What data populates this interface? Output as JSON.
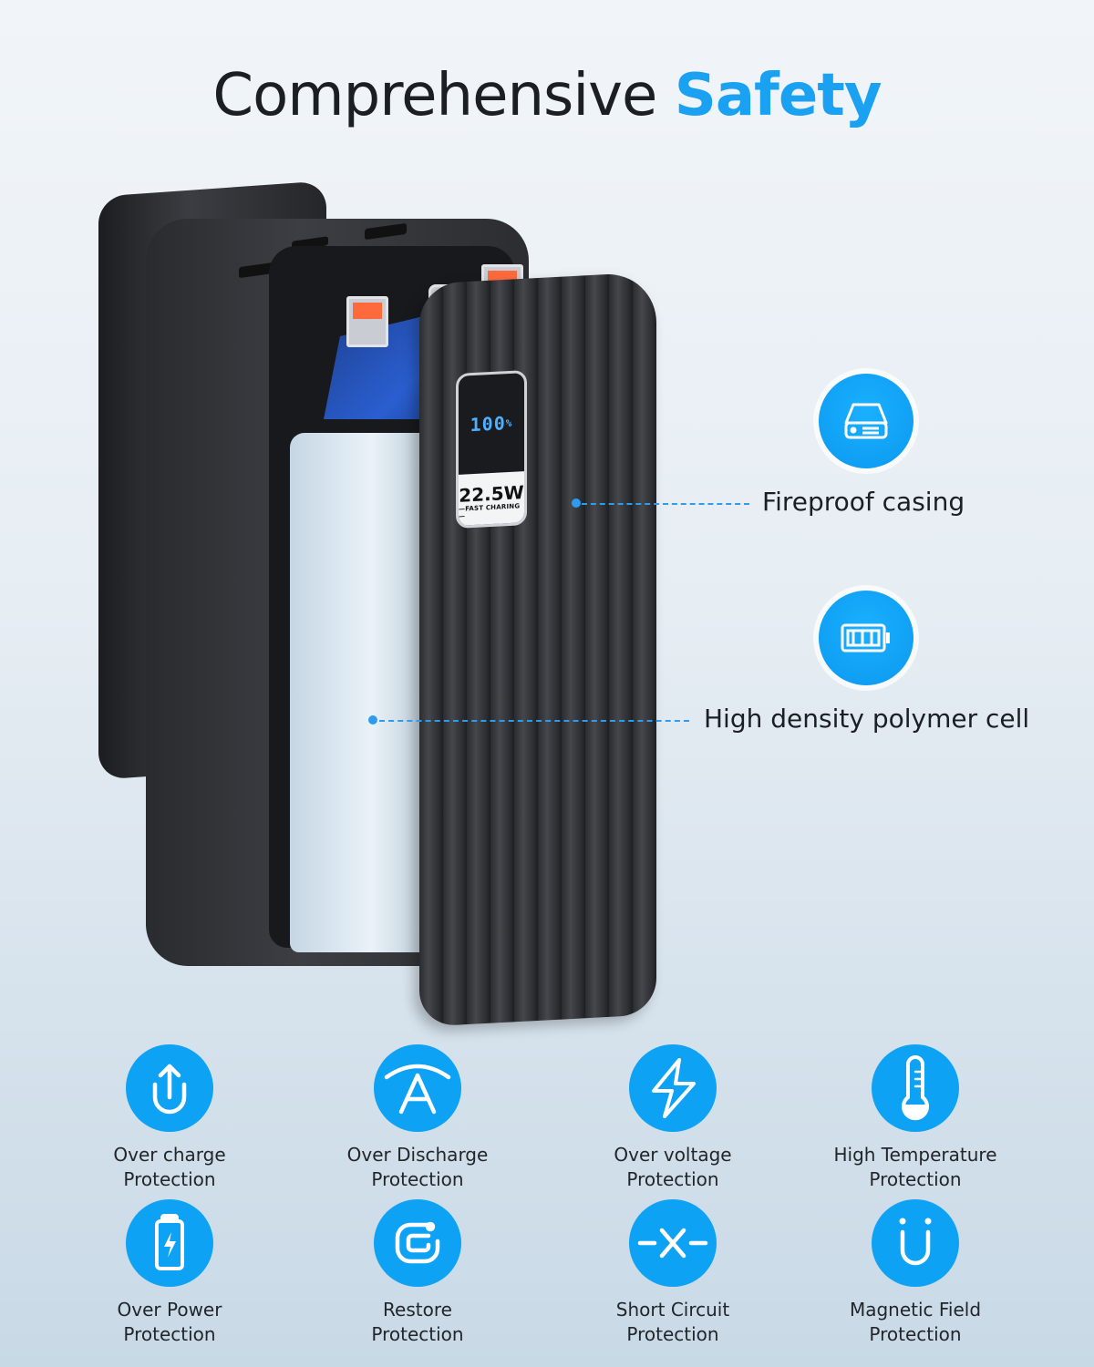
{
  "title": {
    "regular": "Comprehensive",
    "accent": "Safety"
  },
  "colors": {
    "accent": "#1aa1f2",
    "icon_bg": "#0ea2f5",
    "text": "#1b1f24"
  },
  "product": {
    "display_value": "100",
    "display_unit": "%",
    "wattage": "22.5W",
    "wattage_sub": "—FAST CHARING—"
  },
  "callouts": [
    {
      "label": "Fireproof casing",
      "icon": "drive-casing-icon"
    },
    {
      "label": "High density polymer cell",
      "icon": "battery-cell-icon"
    }
  ],
  "protections": [
    {
      "line1": "Over charge",
      "line2": "Protection",
      "icon": "overcharge-arrow-icon"
    },
    {
      "line1": "Over Discharge",
      "line2": "Protection",
      "icon": "ampere-arc-icon"
    },
    {
      "line1": "Over voltage",
      "line2": "Protection",
      "icon": "lightning-bolt-icon"
    },
    {
      "line1": "High Temperature",
      "line2": "Protection",
      "icon": "thermometer-icon"
    },
    {
      "line1": "Over Power",
      "line2": "Protection",
      "icon": "battery-bolt-icon"
    },
    {
      "line1": "Restore",
      "line2": "Protection",
      "icon": "restore-loop-icon"
    },
    {
      "line1": "Short Circuit",
      "line2": "Protection",
      "icon": "short-circuit-icon"
    },
    {
      "line1": "Magnetic Field",
      "line2": "Protection",
      "icon": "magnet-icon"
    }
  ]
}
